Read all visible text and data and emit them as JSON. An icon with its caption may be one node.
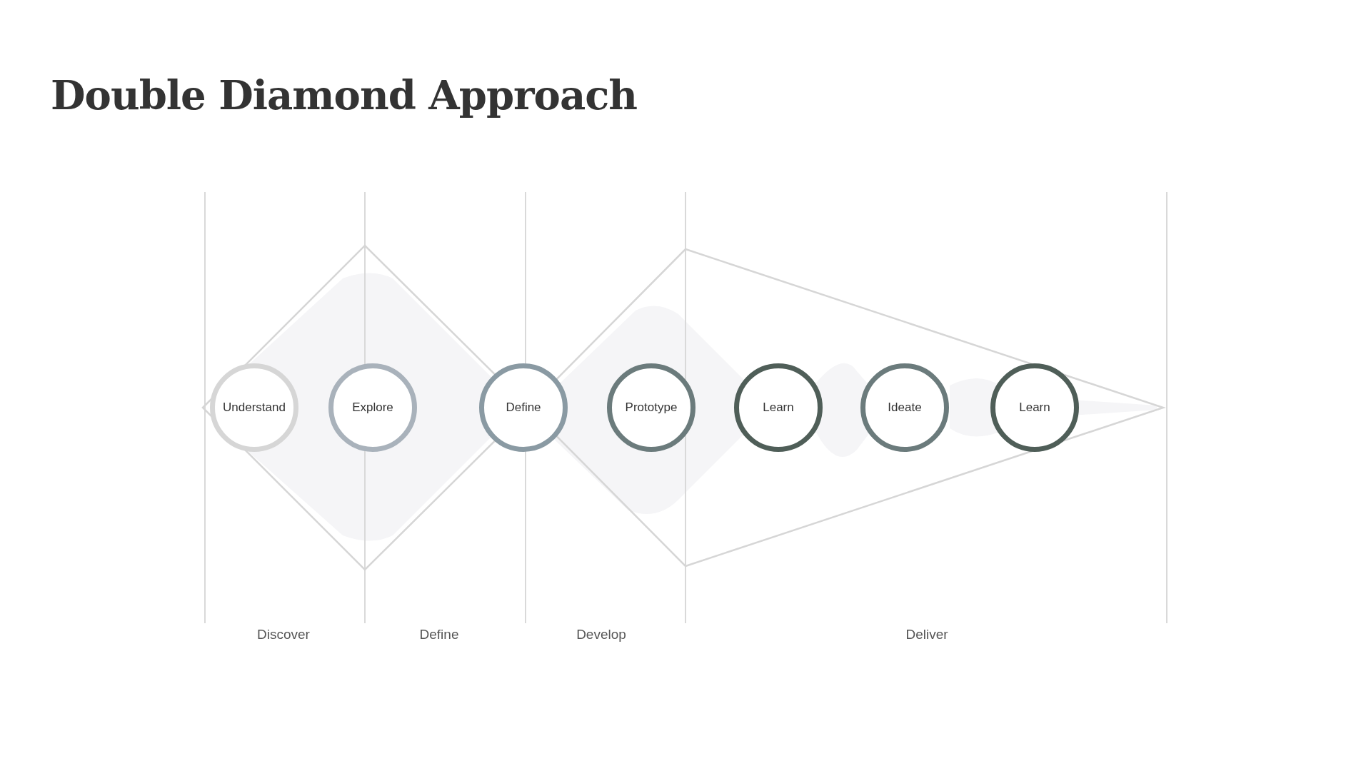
{
  "diagram": {
    "title": "Double Diamond Approach",
    "nodes": [
      {
        "text": [
          "Understand"
        ]
      },
      {
        "text": [
          "Explore"
        ]
      },
      {
        "text": [
          "Define"
        ]
      },
      {
        "text": [
          "Prototype"
        ]
      },
      {
        "text": [
          "Learn"
        ]
      },
      {
        "text": [
          "Ideate"
        ]
      },
      {
        "text": [
          "Learn"
        ]
      }
    ],
    "labels": [
      "Discover",
      "Define",
      "Develop",
      "Deliver"
    ]
  }
}
